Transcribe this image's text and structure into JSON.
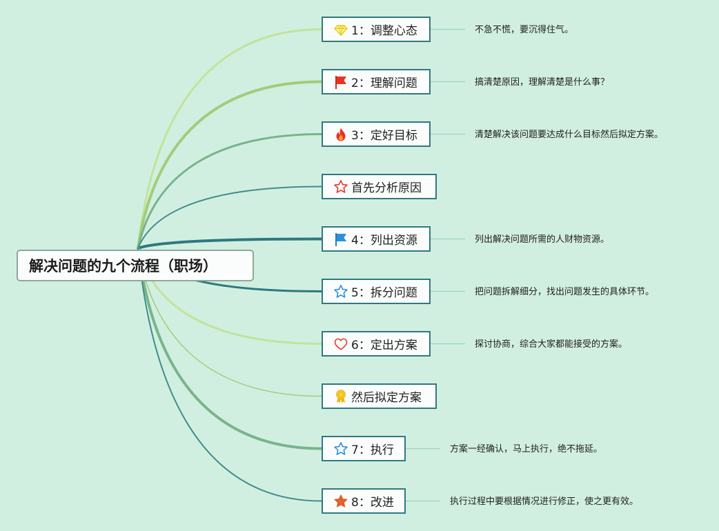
{
  "mindmap": {
    "root": {
      "label": "解决问题的九个流程（职场）"
    },
    "nodes": [
      {
        "id": "n1",
        "icon": "diamond-icon",
        "label": "1：调整心态",
        "note": "不急不慌，要沉得住气。"
      },
      {
        "id": "n2",
        "icon": "red-flag-icon",
        "label": "2：理解问题",
        "note": "搞清楚原因，理解清楚是什么事？"
      },
      {
        "id": "n3",
        "icon": "fire-icon",
        "label": "3：定好目标",
        "note": "清楚解决该问题要达成什么目标然后拟定方案。"
      },
      {
        "id": "n4",
        "icon": "star-outline-red-icon",
        "label": "首先分析原因",
        "note": ""
      },
      {
        "id": "n5",
        "icon": "blue-flag-icon",
        "label": "4：列出资源",
        "note": "列出解决问题所需的人财物资源。"
      },
      {
        "id": "n6",
        "icon": "star-outline-blue-icon",
        "label": "5：拆分问题",
        "note": "把问题拆解细分，找出问题发生的具体环节。"
      },
      {
        "id": "n7",
        "icon": "heart-icon",
        "label": "6：定出方案",
        "note": "探讨协商，综合大家都能接受的方案。"
      },
      {
        "id": "n8",
        "icon": "award-medal-icon",
        "label": "然后拟定方案",
        "note": ""
      },
      {
        "id": "n9",
        "icon": "star-outline-blue-icon",
        "label": "7：执行",
        "note": "方案一经确认，马上执行，绝不拖延。"
      },
      {
        "id": "n10",
        "icon": "star-filled-orange-icon",
        "label": "8：改进",
        "note": "执行过程中要根据情况进行修正，使之更有效。"
      }
    ]
  },
  "colors": {
    "background": "#d1efe0",
    "node_border": "#2e7880",
    "root_border": "#8fa79a",
    "branches": [
      "#c2e39a",
      "#a2cc7a",
      "#79b48c",
      "#3f8c8c",
      "#2e7880",
      "#2e7880",
      "#c2e39a",
      "#a2cc7a",
      "#79b48c",
      "#3f8c8c"
    ]
  }
}
